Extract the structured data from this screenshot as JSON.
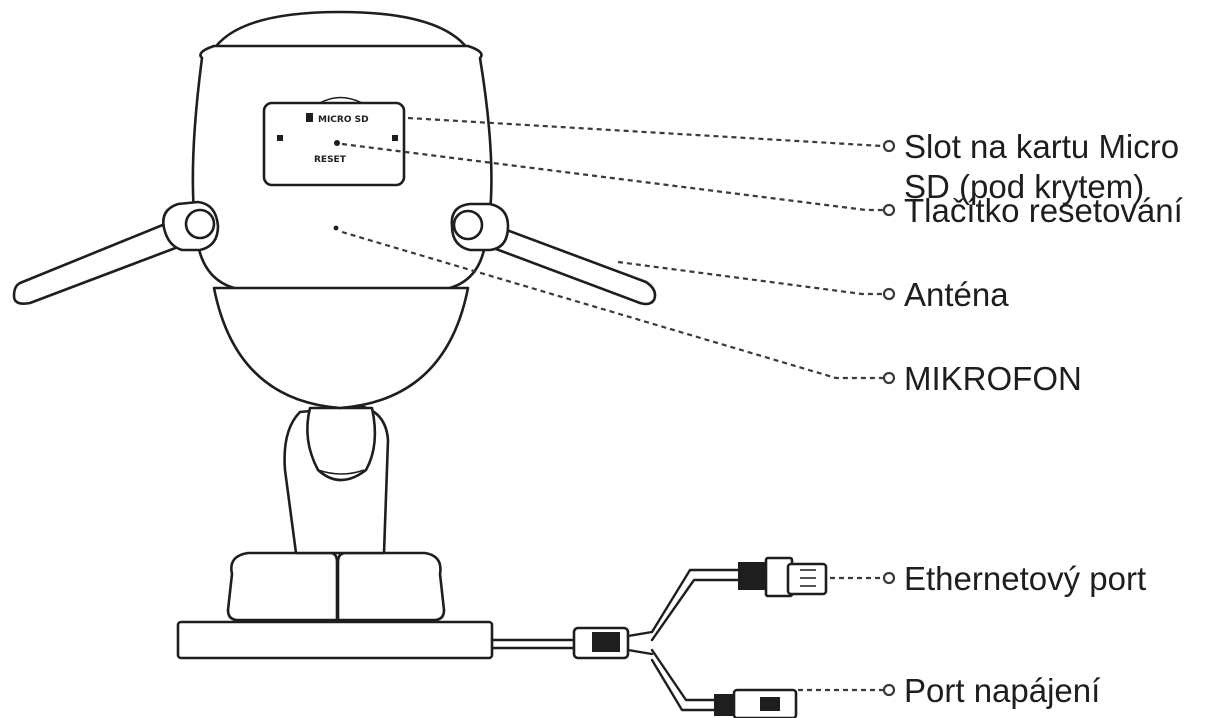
{
  "labels": {
    "sd_slot_line1": "Slot na kartu Micro",
    "sd_slot_line2": "SD (pod krytem)",
    "reset_button": "Tlačítko resetování",
    "antenna": "Anténa",
    "microphone": "MIKROFON",
    "ethernet_port": "Ethernetový port",
    "power_port": "Port napájení"
  },
  "camera_markings": {
    "sd_mark": "MICRO SD",
    "reset_mark": "RESET"
  },
  "colors": {
    "line": "#1e1e1e",
    "leader": "#3a3a3a",
    "background": "#ffffff"
  }
}
